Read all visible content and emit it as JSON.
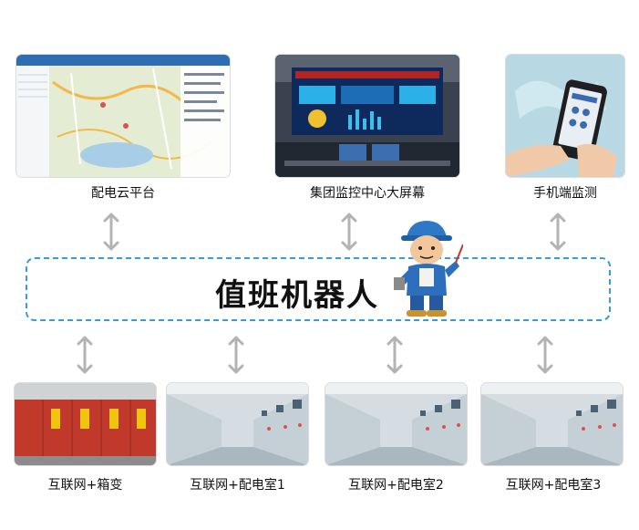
{
  "top_nodes": [
    {
      "label": "配电云平台",
      "image": "map-screenshot"
    },
    {
      "label": "集团监控中心大屏幕",
      "image": "control-room-photo"
    },
    {
      "label": "手机端监测",
      "image": "phone-in-hand-photo"
    }
  ],
  "center": {
    "title": "值班机器人",
    "mascot": "worker-mascot-icon"
  },
  "bottom_nodes": [
    {
      "label": "互联网+箱变",
      "image": "box-substation-photo"
    },
    {
      "label": "互联网+配电室1",
      "image": "switchgear-room-photo"
    },
    {
      "label": "互联网+配电室2",
      "image": "switchgear-room-photo"
    },
    {
      "label": "互联网+配电室3",
      "image": "switchgear-room-photo"
    }
  ],
  "colors": {
    "dashed_border": "#3a9ad9",
    "arrow": "#b3b3b3"
  }
}
